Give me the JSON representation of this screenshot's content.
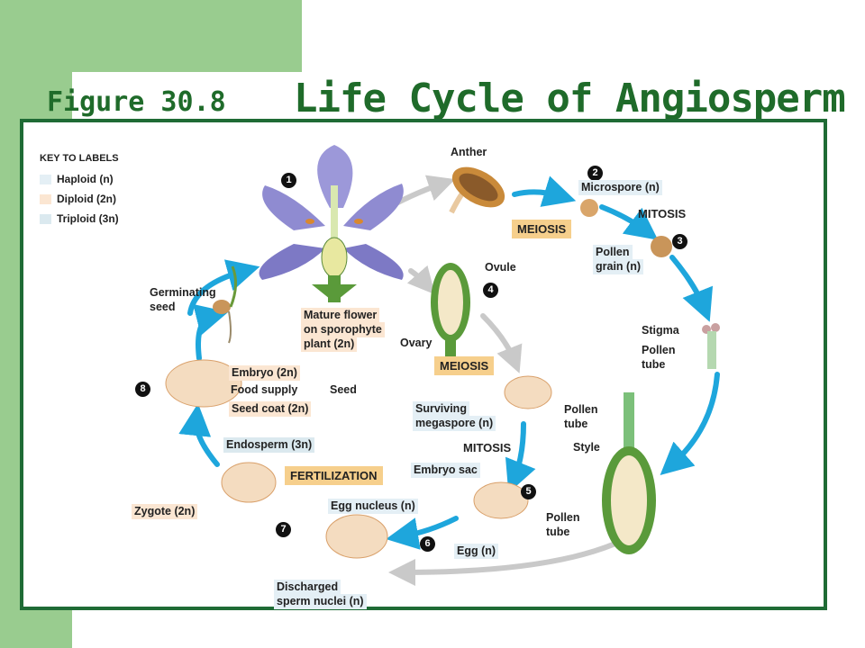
{
  "title": {
    "figure_number": "Figure 30.8",
    "figure_title": "Life Cycle of Angiosperm"
  },
  "key": {
    "heading": "KEY TO LABELS",
    "items": [
      {
        "label": "Haploid (n)",
        "color": "#e4eff5"
      },
      {
        "label": "Diploid (2n)",
        "color": "#fbe6d2"
      },
      {
        "label": "Triploid (3n)",
        "color": "#dbe9ef"
      }
    ]
  },
  "steps": [
    "1",
    "2",
    "3",
    "4",
    "5",
    "6",
    "7",
    "8"
  ],
  "labels": {
    "anther": "Anther",
    "microspore": "Microspore (n)",
    "mitosis_top": "MITOSIS",
    "meiosis_top": "MEIOSIS",
    "pollen_grain_1": "Pollen",
    "pollen_grain_2": "grain (n)",
    "ovule": "Ovule",
    "ovary": "Ovary",
    "germinating_1": "Germinating",
    "germinating_2": "seed",
    "mature_1": "Mature flower",
    "mature_2": "on sporophyte",
    "mature_3": "plant (2n)",
    "stigma": "Stigma",
    "pollen_tube_1a": "Pollen",
    "pollen_tube_1b": "tube",
    "meiosis_mid": "MEIOSIS",
    "embryo": "Embryo (2n)",
    "food_supply": "Food supply",
    "seed_coat": "Seed coat (2n)",
    "seed": "Seed",
    "surviving_1": "Surviving",
    "surviving_2": "megaspore (n)",
    "pollen_tube_2a": "Pollen",
    "pollen_tube_2b": "tube",
    "style": "Style",
    "mitosis_mid": "MITOSIS",
    "endosperm": "Endosperm (3n)",
    "fertilization": "FERTILIZATION",
    "embryo_sac": "Embryo sac",
    "zygote": "Zygote (2n)",
    "egg_nucleus": "Egg nucleus (n)",
    "pollen_tube_3a": "Pollen",
    "pollen_tube_3b": "tube",
    "egg": "Egg (n)",
    "discharged_1": "Discharged",
    "discharged_2": "sperm nuclei (n)"
  },
  "colors": {
    "cycle_arrow": "#1ea6dc",
    "gray_arrow": "#c9c9c9",
    "process_box": "#f6cf8c",
    "frame": "#1f6b35",
    "title": "#1f6b2a",
    "side_bar": "#99cc8f"
  }
}
